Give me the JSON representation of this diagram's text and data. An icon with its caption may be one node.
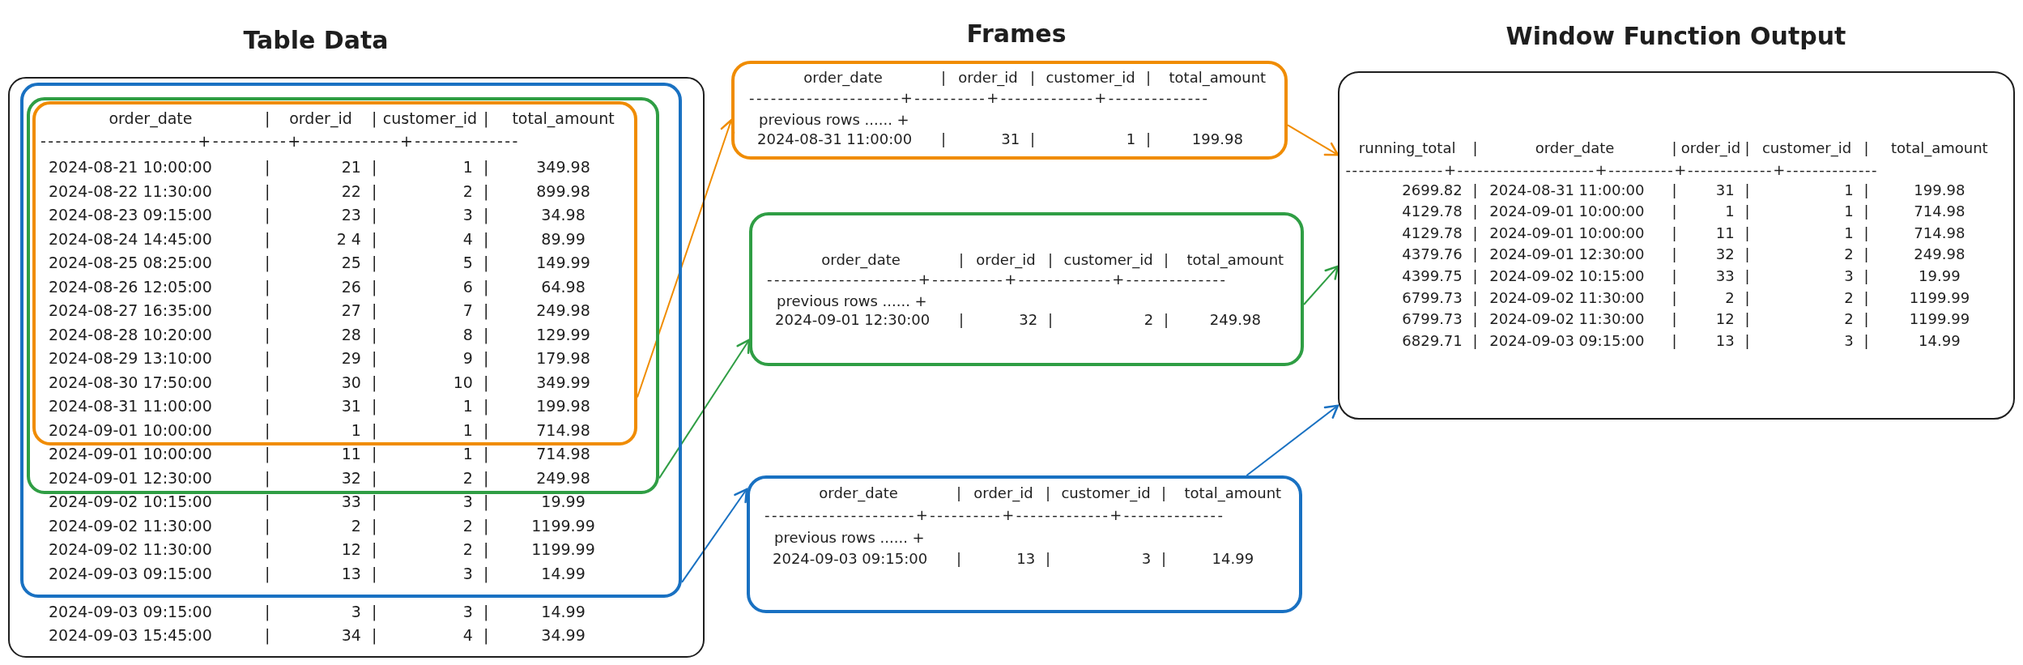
{
  "diagram": {
    "nodes": [
      {
        "text": [
          "Table Data",
          "2024-09-03 09:15:00 | 3 | 3 | 14.99",
          "2024-09-03 15:45:00 | 34 | 4 | 34.99"
        ]
      },
      {
        "text": [
          "2024-09-02 10:15:00 | 33 | 3 | 19.99",
          "2024-09-02 11:30:00 | 2 | 2 | 1199.99",
          "2024-09-02 11:30:00 | 12 | 2 | 1199.99",
          "2024-09-03 09:15:00 | 13 | 3 | 14.99"
        ],
        "in": 0
      },
      {
        "text": [
          "2024-09-01 10:00:00 | 11 | 1 | 714.98",
          "2024-09-01 12:30:00 | 32 | 2 | 249.98"
        ],
        "in": 1
      },
      {
        "text": [
          "order_date | order_id | customer_id | total_amount",
          "---------------------+----------+-------------+--------------",
          "2024-08-21 10:00:00 | 21 | 1 | 349.98",
          "2024-08-22 11:30:00 | 22 | 2 | 899.98",
          "2024-08-23 09:15:00 | 23 | 3 | 34.98",
          "2024-08-24 14:45:00 | 2 4 | 4 | 89.99",
          "2024-08-25 08:25:00 | 25 | 5 | 149.99",
          "2024-08-26 12:05:00 | 26 | 6 | 64.98",
          "2024-08-27 16:35:00 | 27 | 7 | 249.98",
          "2024-08-28 10:20:00 | 28 | 8 | 129.99",
          "2024-08-29 13:10:00 | 29 | 9 | 179.98",
          "2024-08-30 17:50:00 | 30 | 10 | 349.99",
          "2024-08-31 11:00:00 | 31 | 1 | 199.98",
          "2024-09-01 10:00:00 | 1 | 1 | 714.98"
        ],
        "in": 2
      },
      {
        "text": [
          "order_date | order_id | customer_id | total_amount",
          "---------------------+----------+-------------+--------------",
          "previous rows ...... +",
          "2024-08-31 11:00:00 | 31 | 1 | 199.98"
        ]
      },
      {
        "text": [
          "order_date | order_id | customer_id | total_amount",
          "---------------------+----------+-------------+--------------",
          "previous rows ...... +",
          "2024-09-01 12:30:00 | 32 | 2 | 249.98"
        ]
      },
      {
        "text": [
          "order_date | order_id | customer_id | total_amount",
          "---------------------+----------+-------------+--------------",
          "previous rows ...... +",
          "2024-09-03 09:15:00 | 13 | 3 | 14.99"
        ]
      },
      {
        "text": [
          "Window Function Output",
          "running_total | order_date | order_id | customer_id | total_amount",
          "---------------+---------------------+----------+-------------+--------------",
          "2699.82 | 2024-08-31 11:00:00 | 31 | 1 | 199.98",
          "4129.78 | 2024-09-01 10:00:00 | 1 | 1 | 714.98",
          "4129.78 | 2024-09-01 10:00:00 | 11 | 1 | 714.98",
          "4379.76 | 2024-09-01 12:30:00 | 32 | 2 | 249.98",
          "4399.75 | 2024-09-02 10:15:00 | 33 | 3 | 19.99",
          "6799.73 | 2024-09-02 11:30:00 | 2 | 2 | 1199.99",
          "6799.73 | 2024-09-02 11:30:00 | 12 | 2 | 1199.99",
          "6829.71 | 2024-09-03 09:15:00 | 13 | 3 | 14.99"
        ]
      }
    ],
    "edges": [
      {
        "from": 3,
        "to": 4,
        "arrow": "to",
        "color": "#f08c00"
      },
      {
        "from": 2,
        "to": 5,
        "arrow": "to",
        "color": "#2f9e44"
      },
      {
        "from": 1,
        "to": 6,
        "arrow": "to",
        "color": "#1971c2"
      },
      {
        "from": 4,
        "to": 7,
        "arrow": "to",
        "color": "#f08c00"
      },
      {
        "from": 5,
        "to": 7,
        "arrow": "to",
        "color": "#2f9e44"
      },
      {
        "from": 6,
        "to": 7,
        "arrow": "to",
        "color": "#1971c2"
      }
    ],
    "labels": [
      "Frames"
    ]
  }
}
